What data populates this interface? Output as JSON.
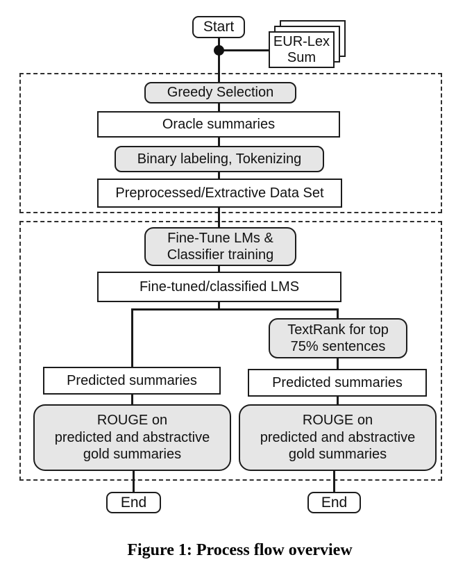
{
  "caption": "Figure 1: Process flow overview",
  "colors": {
    "process_fill": "#e6e6e6",
    "data_fill": "#ffffff",
    "stroke": "#1a1a1a",
    "background": "#ffffff"
  },
  "flow": {
    "start": "Start",
    "eur_lex_sum": "EUR-Lex\nSum",
    "greedy_selection": "Greedy Selection",
    "oracle_summaries": "Oracle summaries",
    "binary_labeling": "Binary labeling, Tokenizing",
    "preprocessed_dataset": "Preprocessed/Extractive Data Set",
    "fine_tune": "Fine-Tune LMs &\nClassifier training",
    "fine_tuned_lms": "Fine-tuned/classified LMS",
    "textrank": "TextRank for top\n75% sentences",
    "predicted_left": "Predicted summaries",
    "predicted_right": "Predicted summaries",
    "rouge_left": "ROUGE on\npredicted and abstractive\ngold summaries",
    "rouge_right": "ROUGE on\npredicted and abstractive\ngold summaries",
    "end_left": "End",
    "end_right": "End"
  }
}
